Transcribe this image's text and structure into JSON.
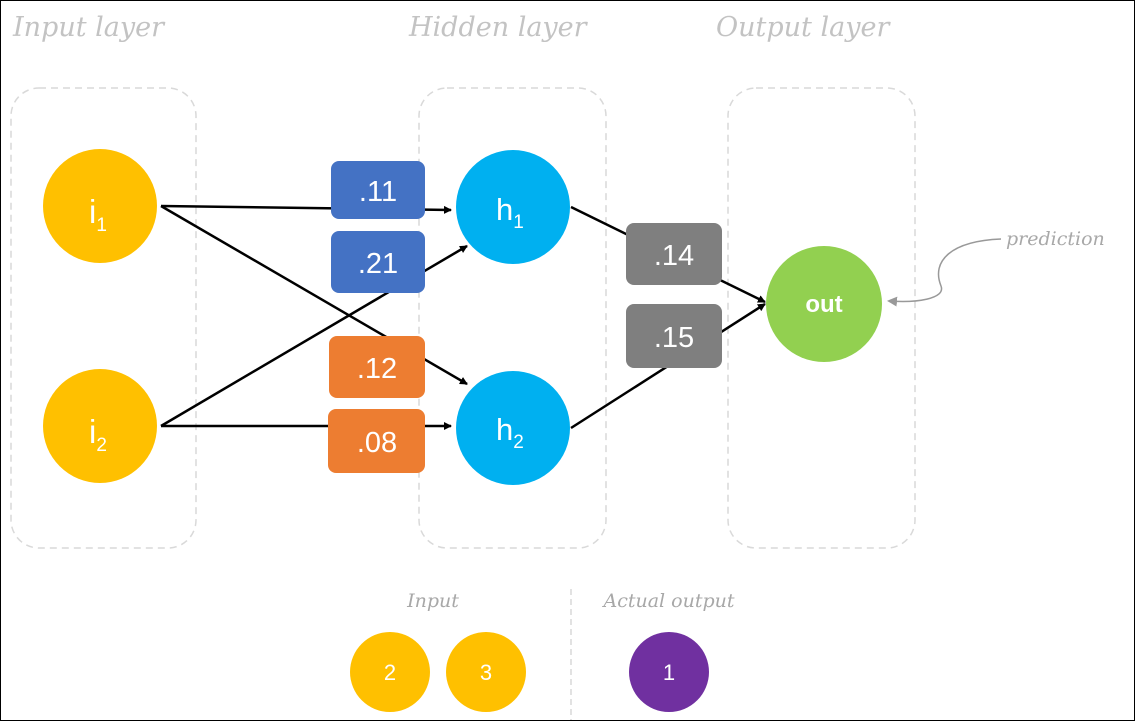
{
  "layers": {
    "input_title": "Input layer",
    "hidden_title": "Hidden layer",
    "output_title": "Output layer"
  },
  "nodes": {
    "i1": {
      "letter": "i",
      "sub": "1"
    },
    "i2": {
      "letter": "i",
      "sub": "2"
    },
    "h1": {
      "letter": "h",
      "sub": "1"
    },
    "h2": {
      "letter": "h",
      "sub": "2"
    },
    "out": {
      "label": "out"
    }
  },
  "weights": {
    "w_i1_h1": ".11",
    "w_i2_h1": ".21",
    "w_i1_h2": ".12",
    "w_i2_h2": ".08",
    "w_h1_out": ".14",
    "w_h2_out": ".15"
  },
  "annotation": {
    "prediction": "prediction"
  },
  "legend": {
    "input_label": "Input",
    "input_values": [
      "2",
      "3"
    ],
    "output_label": "Actual output",
    "output_value": "1"
  },
  "colors": {
    "input_node": "#FFC000",
    "hidden_node": "#00B0F0",
    "output_node": "#92D050",
    "actual_output": "#7030A0",
    "weight_to_h1": "#4472C4",
    "weight_to_h2": "#ED7D31",
    "weight_to_out": "#7F7F7F",
    "layer_box_border": "#d9d9d9",
    "title_text": "#c3c3c3"
  }
}
